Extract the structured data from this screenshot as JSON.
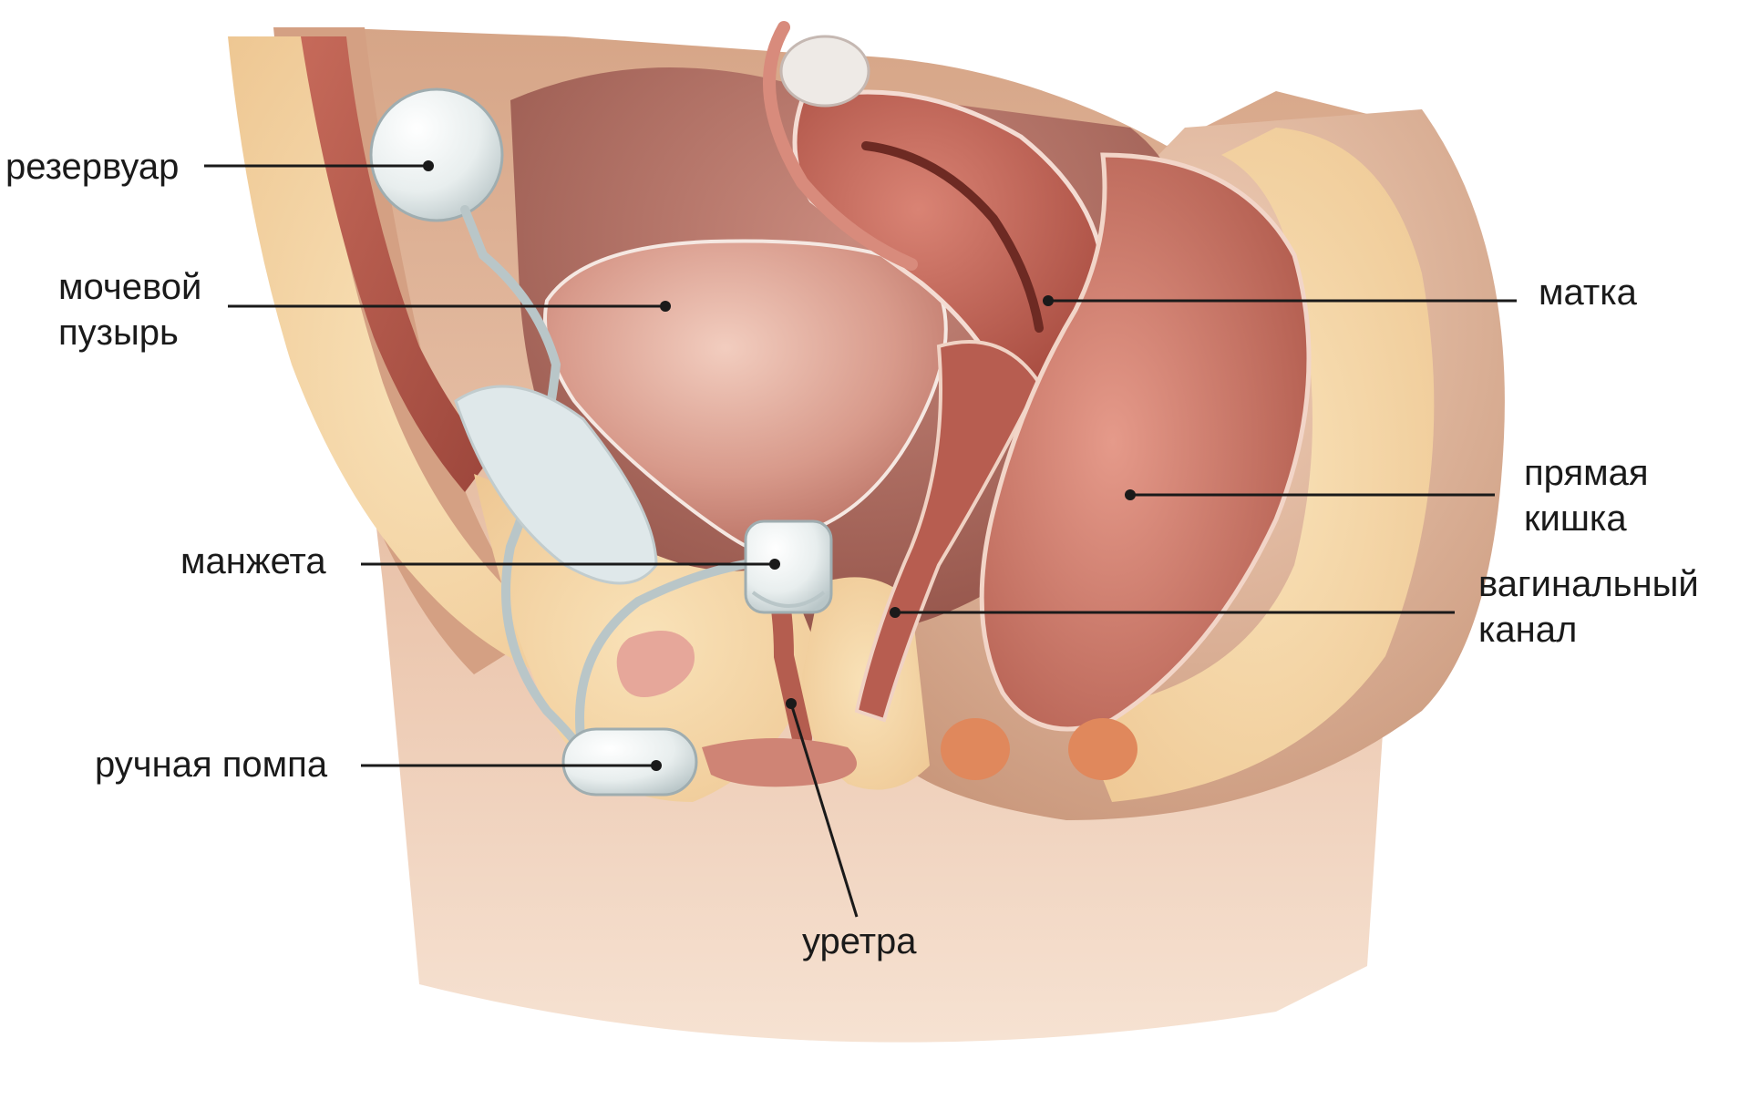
{
  "labels": {
    "reservoir": "резервуар",
    "bladder_line1": "мочевой",
    "bladder_line2": "пузырь",
    "uterus": "матка",
    "rectum_line1": "прямая",
    "rectum_line2": "кишка",
    "cuff": "манжета",
    "vaginal_line1": "вагинальный",
    "vaginal_line2": "канал",
    "pump": "ручная помпа",
    "urethra": "уретра"
  },
  "colors": {
    "skin": "#dcae92",
    "fat": "#f5d7a6",
    "muscle": "#b95a4c",
    "organ": "#c9756a",
    "device": "#e6ebec",
    "leader": "#1a1a1a"
  }
}
